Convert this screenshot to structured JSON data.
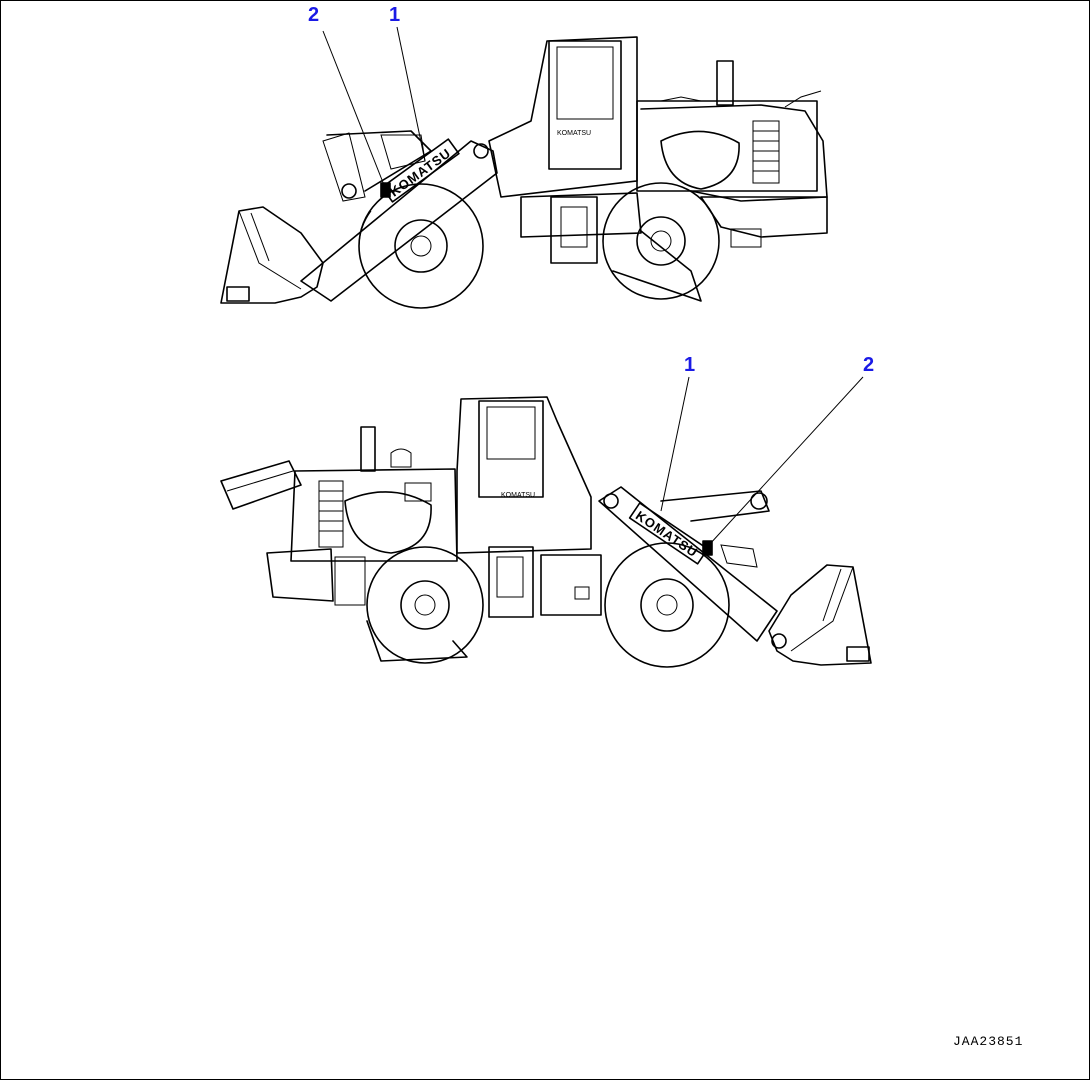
{
  "callouts": {
    "top_view": [
      {
        "number": "2"
      },
      {
        "number": "1"
      }
    ],
    "bottom_view": [
      {
        "number": "1"
      },
      {
        "number": "2"
      }
    ]
  },
  "decal_text": "KOMATSU",
  "cab_logo_text": "KOMATSU",
  "drawing_id": "JAA23851",
  "colors": {
    "callout": "#1a1ae6",
    "line": "#000000",
    "background": "#ffffff"
  }
}
